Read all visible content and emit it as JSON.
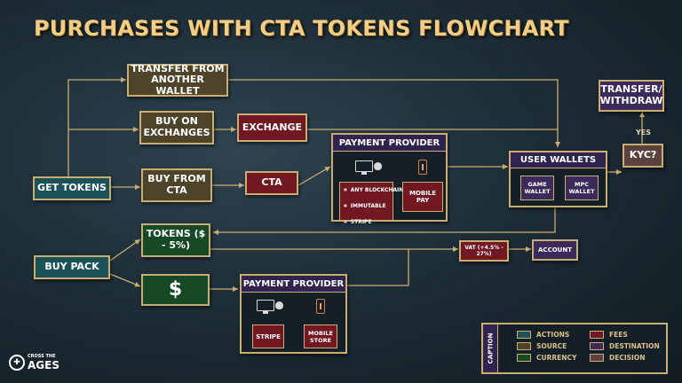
{
  "title": "PURCHASES WITH CTA TOKENS FLOWCHART",
  "nodes": {
    "get_tokens": "GET TOKENS",
    "buy_pack": "BUY PACK",
    "transfer_from": "TRANSFER FROM ANOTHER WALLET",
    "buy_on_exchanges": "BUY ON EXCHANGES",
    "exchange": "EXCHANGE",
    "buy_from_cta": "BUY FROM CTA",
    "cta": "CTA",
    "tokens": "TOKENS ($ - 5%)",
    "dollar": "$",
    "vat": "VAT (+4.5% - 27%)",
    "account": "ACCOUNT",
    "transfer_withdraw": "TRANSFER/ WITHDRAW",
    "kyc": "KYC?",
    "yes": "YES"
  },
  "payment_provider_top": {
    "title": "PAYMENT PROVIDER",
    "list": [
      "ANY BLOCKCHAIN",
      "IMMUTABLE",
      "STRIPE"
    ],
    "mobile_pay": "MOBILE PAY",
    "icons": [
      "monitor-icon",
      "apple-icon",
      "phone-icon"
    ]
  },
  "payment_provider_bottom": {
    "title": "PAYMENT PROVIDER",
    "stripe": "STRIPE",
    "mobile_store": "MOBILE STORE",
    "icons": [
      "monitor-icon",
      "apple-icon",
      "phone-icon"
    ]
  },
  "user_wallets": {
    "title": "USER WALLETS",
    "game_wallet": "GAME WALLET",
    "mpc_wallet": "MPC WALLET"
  },
  "legend": {
    "title": "CAPTION",
    "items": [
      {
        "label": "ACTIONS",
        "color": "#1b5258"
      },
      {
        "label": "SOURCE",
        "color": "#4d4429"
      },
      {
        "label": "CURRENCY",
        "color": "#164a26"
      },
      {
        "label": "FEES",
        "color": "#721823"
      },
      {
        "label": "DESTINATION",
        "color": "#3b2b5a"
      },
      {
        "label": "DECISION",
        "color": "#5b4240"
      }
    ]
  },
  "brand": {
    "top": "CROSS THE",
    "bottom": "AGES"
  },
  "colors": {
    "accent_gold": "#c9ad72",
    "title_gold": "#f1cd86",
    "actions": "#1b5258",
    "source": "#4d4429",
    "currency": "#164a26",
    "fees": "#721823",
    "destination": "#3b2b5a",
    "decision": "#5b4240"
  }
}
